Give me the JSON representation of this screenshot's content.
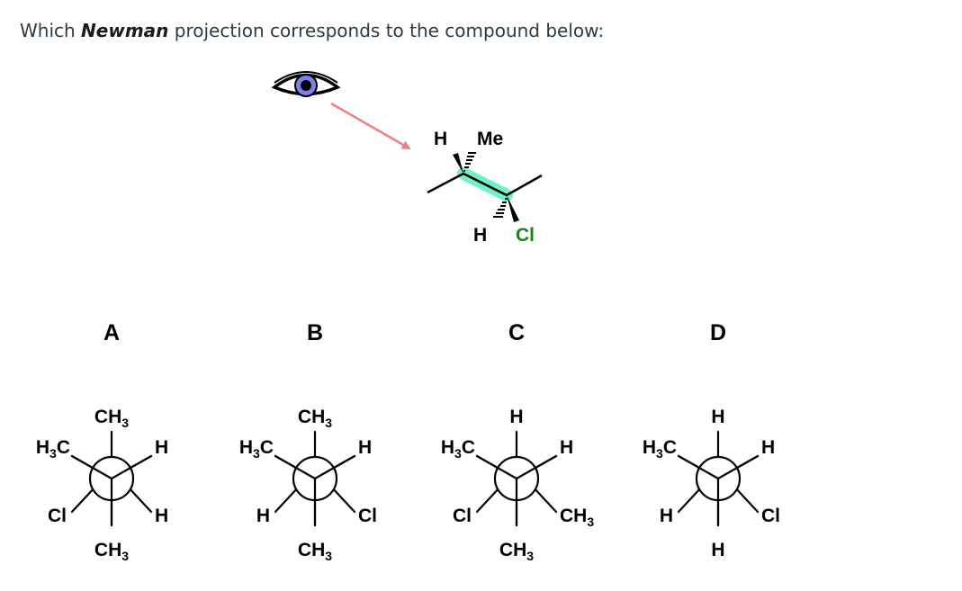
{
  "question": {
    "prefix": "Which ",
    "emphasis": "Newman",
    "suffix": " projection corresponds to the compound below:"
  },
  "colors": {
    "chlorine": "#118811",
    "highlight": "#6ff2c8",
    "arrow": "#f08080",
    "eye_iris": "#7f7ff0"
  },
  "icons": [
    "eye-icon",
    "arrow-icon"
  ],
  "compound": {
    "top_left": "H",
    "top_right": "Me",
    "bottom_left": "H",
    "bottom_right": "Cl"
  },
  "options": [
    {
      "letter": "A",
      "top": "CH3",
      "upper_left": "H3C",
      "upper_right": "H",
      "lower_left": "Cl",
      "lower_right": "H",
      "bottom": "CH3"
    },
    {
      "letter": "B",
      "top": "CH3",
      "upper_left": "H3C",
      "upper_right": "H",
      "lower_left": "H",
      "lower_right": "Cl",
      "bottom": "CH3"
    },
    {
      "letter": "C",
      "top": "H",
      "upper_left": "H3C",
      "upper_right": "H",
      "lower_left": "Cl",
      "lower_right": "CH3",
      "bottom": "CH3"
    },
    {
      "letter": "D",
      "top": "H",
      "upper_left": "H3C",
      "upper_right": "H",
      "lower_left": "H",
      "lower_right": "Cl",
      "bottom": "H"
    }
  ]
}
